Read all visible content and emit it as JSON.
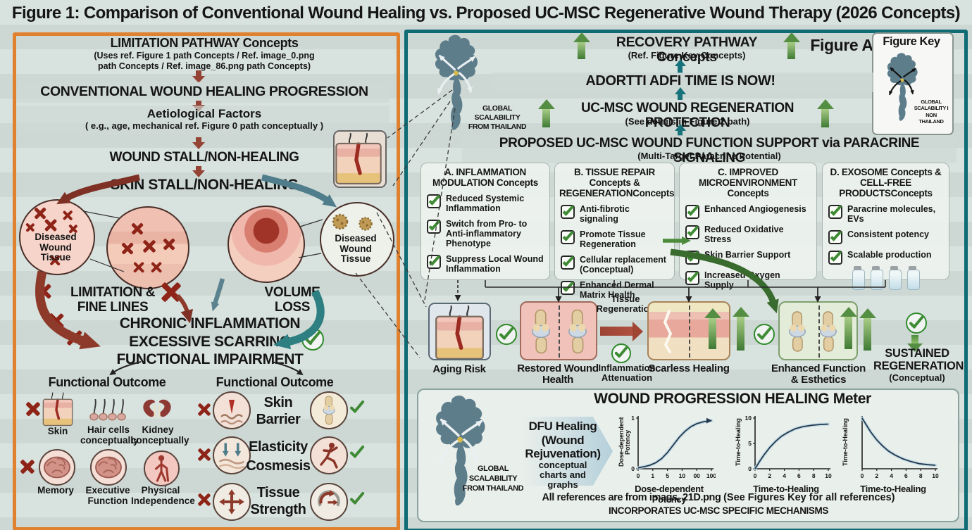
{
  "page_title": "Figure 1: Comparison of Conventional Wound Healing vs. Proposed UC-MSC Regenerative Wound Therapy (2026 Concepts)",
  "colors": {
    "background": "#d8e2de",
    "left_frame": "#e0812f",
    "right_frame": "#0f6b74",
    "maroon": "#8e3a2a",
    "steel_blue": "#4f7d8b",
    "green_check": "#3f8a35",
    "dark_green_arrow": "#3a6b2e",
    "chart_line": "#233a4e"
  },
  "left_panel": {
    "header": {
      "title": "LIMITATION PATHWAY Concepts",
      "sub": "(Uses ref. Figure 1 path Concepts / Ref. image_0.png path Concepts / Ref. image_86.png path Concepts)"
    },
    "steps": {
      "progression": "CONVENTIONAL WOUND HEALING PROGRESSION",
      "aetiological": "Aetiological Factors",
      "aetiological_sub": "( e.g., age, mechanical ref. Figure 0 path conceptually )",
      "wound_stall": "WOUND STALL/NON-HEALING",
      "skin_stall": "SKIN STALL/NON-HEALING"
    },
    "circle1_label": "Diseased Wound Tissue",
    "circle4_label": "Diseased Wound Tissue",
    "limitation": [
      "LIMITATION &",
      "FINE LINES"
    ],
    "volume": [
      "VOLUME",
      "LOSS"
    ],
    "consequences": [
      "CHRONIC INFLAMMATION",
      "EXCESSIVE SCARRING",
      "FUNCTIONAL IMPAIRMENT"
    ],
    "outcome_left": {
      "title": "Functional Outcome",
      "labels": [
        "Skin",
        "Hair cells conceptually",
        "Kidney conceptually",
        "Memory",
        "Executive Function",
        "Physical Independence"
      ]
    },
    "outcome_right": {
      "title": "Functional Outcome",
      "rows": [
        [
          "Skin",
          "Barrier"
        ],
        [
          "Elasticity",
          "Cosmesis"
        ],
        [
          "Tissue",
          "Strength"
        ]
      ]
    }
  },
  "right_panel": {
    "map_caption": "GLOBAL SCALABILITY FROM THAILAND",
    "recovery": {
      "title": "RECOVERY PATHWAY Concepts",
      "sub": "(Ref. Figure Key Concepts)"
    },
    "figure_a": "Figure A",
    "figure_key": {
      "title": "Figure Key",
      "caption": "GLOBAL SCALABILITY I NON THAILAND"
    },
    "banner_now": "ADORTTI ADFI TIME IS NOW!",
    "banner_protection": {
      "title": "UC-MSC WOUND REGENERATION PROTECTION",
      "sub": "(See details in Figure 2 path)"
    },
    "banner_support": {
      "title": "PROPOSED UC-MSC WOUND FUNCTION SUPPORT via PARACRINE SIGNALING",
      "sub": "(Multi-Target Paracrine Potential)"
    },
    "columns": [
      {
        "header": "A. INFLAMMATION MODULATION Concepts",
        "items": [
          "Reduced Systemic Inflammation",
          "Switch from Pro- to Anti-inflammatory Phenotype",
          "Suppress Local Wound Inflammation"
        ]
      },
      {
        "header": "B. TISSUE REPAIR Concepts & REGENERATIONConcepts",
        "items": [
          "Anti-fibrotic signaling",
          "Promote Tissue Regeneration",
          "Cellular replacement (Conceptual)",
          "Enhanced Dermal Matrix Health"
        ]
      },
      {
        "header": "C. IMPROVED MICROENVIRONMENT Concepts",
        "items": [
          "Enhanced Angiogenesis",
          "Reduced Oxidative Stress",
          "Skin Barrier Support",
          "Increased Oxygen Supply"
        ]
      },
      {
        "header": "D. EXOSOME Concepts & CELL-FREE PRODUCTSConcepts",
        "items": [
          "Paracrine molecules, EVs",
          "Consistent potency",
          "Scalable production"
        ]
      }
    ],
    "outcomes": {
      "aging": "Aging Risk",
      "restored": "Restored Wound Health",
      "tissue_regeneration": "Tissue Regeneration",
      "inflammation_attenuation": "Inflammation Attenuation",
      "scarless": "Scarless Healing",
      "enhanced": "Enhanced Function & Esthetics",
      "sustained_title": "SUSTAINED REGENERATION",
      "sustained_sub": "(Conceptual)"
    },
    "meter": {
      "title": "WOUND PROGRESSION HEALING Meter",
      "map_caption": "GLOBAL SCALABILITY FROM THAILAND",
      "dfu_title": "DFU Healing (Wound Rejuvenation)",
      "dfu_sub": "conceptual charts and graphs",
      "footnote_bold": "All references are from imags, 21D.png ",
      "footnote_normal": "(See Figures Key for all references)",
      "footnote2": "INCORPORATES UC-MSC SPECIFIC MECHANISMS"
    }
  },
  "chart_data": [
    {
      "type": "line",
      "xlabel": "Dose-dependent Potency",
      "ylabel": "Dose-dependent Potency",
      "x_ticks": [
        "0",
        "1",
        "5",
        "10",
        "00",
        "100"
      ],
      "y_ticks": [
        "0",
        "1"
      ],
      "x_range": [
        0,
        100
      ],
      "y_range": [
        0,
        1
      ],
      "arrow_end": true,
      "points": [
        [
          0,
          0.02
        ],
        [
          0.08,
          0.04
        ],
        [
          0.16,
          0.07
        ],
        [
          0.24,
          0.12
        ],
        [
          0.32,
          0.2
        ],
        [
          0.4,
          0.32
        ],
        [
          0.48,
          0.47
        ],
        [
          0.56,
          0.62
        ],
        [
          0.64,
          0.74
        ],
        [
          0.72,
          0.83
        ],
        [
          0.8,
          0.89
        ],
        [
          0.9,
          0.93
        ],
        [
          1,
          0.95
        ]
      ]
    },
    {
      "type": "line",
      "xlabel": "Time-to-Healing",
      "ylabel": "Time-to-Healing",
      "x_ticks": [
        "0",
        "2",
        "4",
        "6",
        "8",
        "10"
      ],
      "y_ticks": [
        "0",
        "5",
        "10"
      ],
      "x_range": [
        0,
        10
      ],
      "y_range": [
        0,
        10
      ],
      "arrow_end": false,
      "points": [
        [
          0,
          0
        ],
        [
          0.06,
          0.14
        ],
        [
          0.12,
          0.27
        ],
        [
          0.2,
          0.42
        ],
        [
          0.28,
          0.54
        ],
        [
          0.36,
          0.64
        ],
        [
          0.45,
          0.72
        ],
        [
          0.55,
          0.79
        ],
        [
          0.65,
          0.83
        ],
        [
          0.78,
          0.86
        ],
        [
          0.9,
          0.875
        ],
        [
          1,
          0.88
        ]
      ]
    },
    {
      "type": "line",
      "xlabel": "Time-to-Healing",
      "ylabel": "Time-to-Healing",
      "x_ticks": [
        "0",
        "2",
        "4",
        "6",
        "8",
        "10"
      ],
      "y_ticks": [],
      "x_range": [
        0,
        10
      ],
      "y_range": [
        0,
        10
      ],
      "arrow_end": false,
      "points": [
        [
          0,
          1
        ],
        [
          0.06,
          0.86
        ],
        [
          0.12,
          0.72
        ],
        [
          0.2,
          0.57
        ],
        [
          0.28,
          0.45
        ],
        [
          0.36,
          0.35
        ],
        [
          0.45,
          0.27
        ],
        [
          0.55,
          0.2
        ],
        [
          0.65,
          0.15
        ],
        [
          0.78,
          0.1
        ],
        [
          0.9,
          0.08
        ],
        [
          1,
          0.07
        ]
      ]
    }
  ]
}
